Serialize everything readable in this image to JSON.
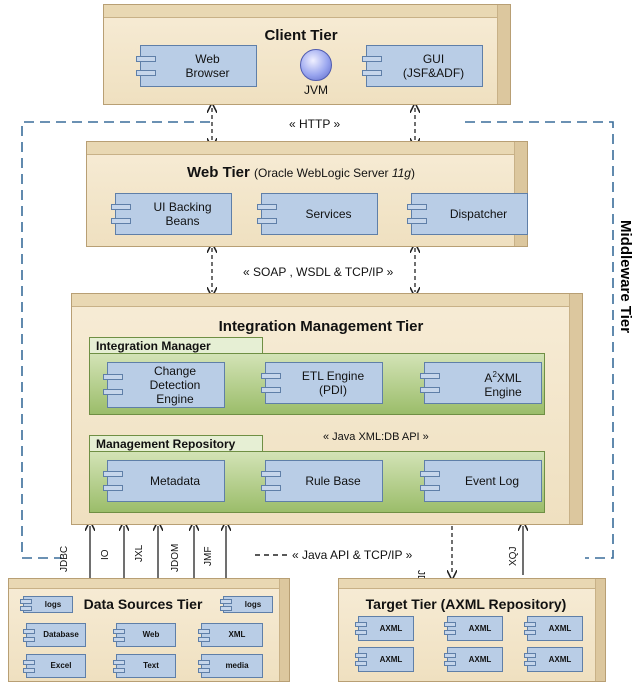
{
  "client_tier": {
    "title": "Client Tier",
    "web_browser": "Web\nBrowser",
    "jvm": "JVM",
    "gui": "GUI\n(JSF&ADF)"
  },
  "http_label": "« HTTP »",
  "web_tier": {
    "title": "Web Tier",
    "subtitle_prefix": "(Oracle WebLogic Server ",
    "subtitle_version": "11g",
    "subtitle_suffix": ")",
    "ui_backing_beans": "UI Backing\nBeans",
    "services": "Services",
    "dispatcher": "Dispatcher"
  },
  "soap_label": "« SOAP , WSDL & TCP/IP »",
  "middleware_label": "Middleware Tier",
  "integration_tier": {
    "title": "Integration Management Tier",
    "integration_manager": {
      "title": "Integration Manager",
      "change_detection": "Change\nDetection\nEngine",
      "etl": "ETL Engine\n(PDI)",
      "a2xml_prefix": "A",
      "a2xml_sup": "2",
      "a2xml_suffix": "XML\nEngine"
    },
    "xmldb_label": "« Java XML:DB API »",
    "management_repository": {
      "title": "Management Repository",
      "metadata": "Metadata",
      "rule_base": "Rule Base",
      "event_log": "Event Log"
    }
  },
  "java_api_label": "« Java API & TCP/IP »",
  "source_connectors": [
    "JDBC",
    "IO",
    "JXL",
    "JDOM",
    "JMF"
  ],
  "target_connectors": [
    "JDOM",
    "XQJ"
  ],
  "data_sources_tier": {
    "title": "Data Sources Tier",
    "logs_left": "logs",
    "logs_right": "logs",
    "database": "Database",
    "web": "Web",
    "xml": "XML",
    "excel": "Excel",
    "text": "Text",
    "media": "media"
  },
  "target_tier": {
    "title": "Target Tier (AXML Repository)",
    "axml": [
      "AXML",
      "AXML",
      "AXML",
      "AXML",
      "AXML",
      "AXML"
    ]
  }
}
